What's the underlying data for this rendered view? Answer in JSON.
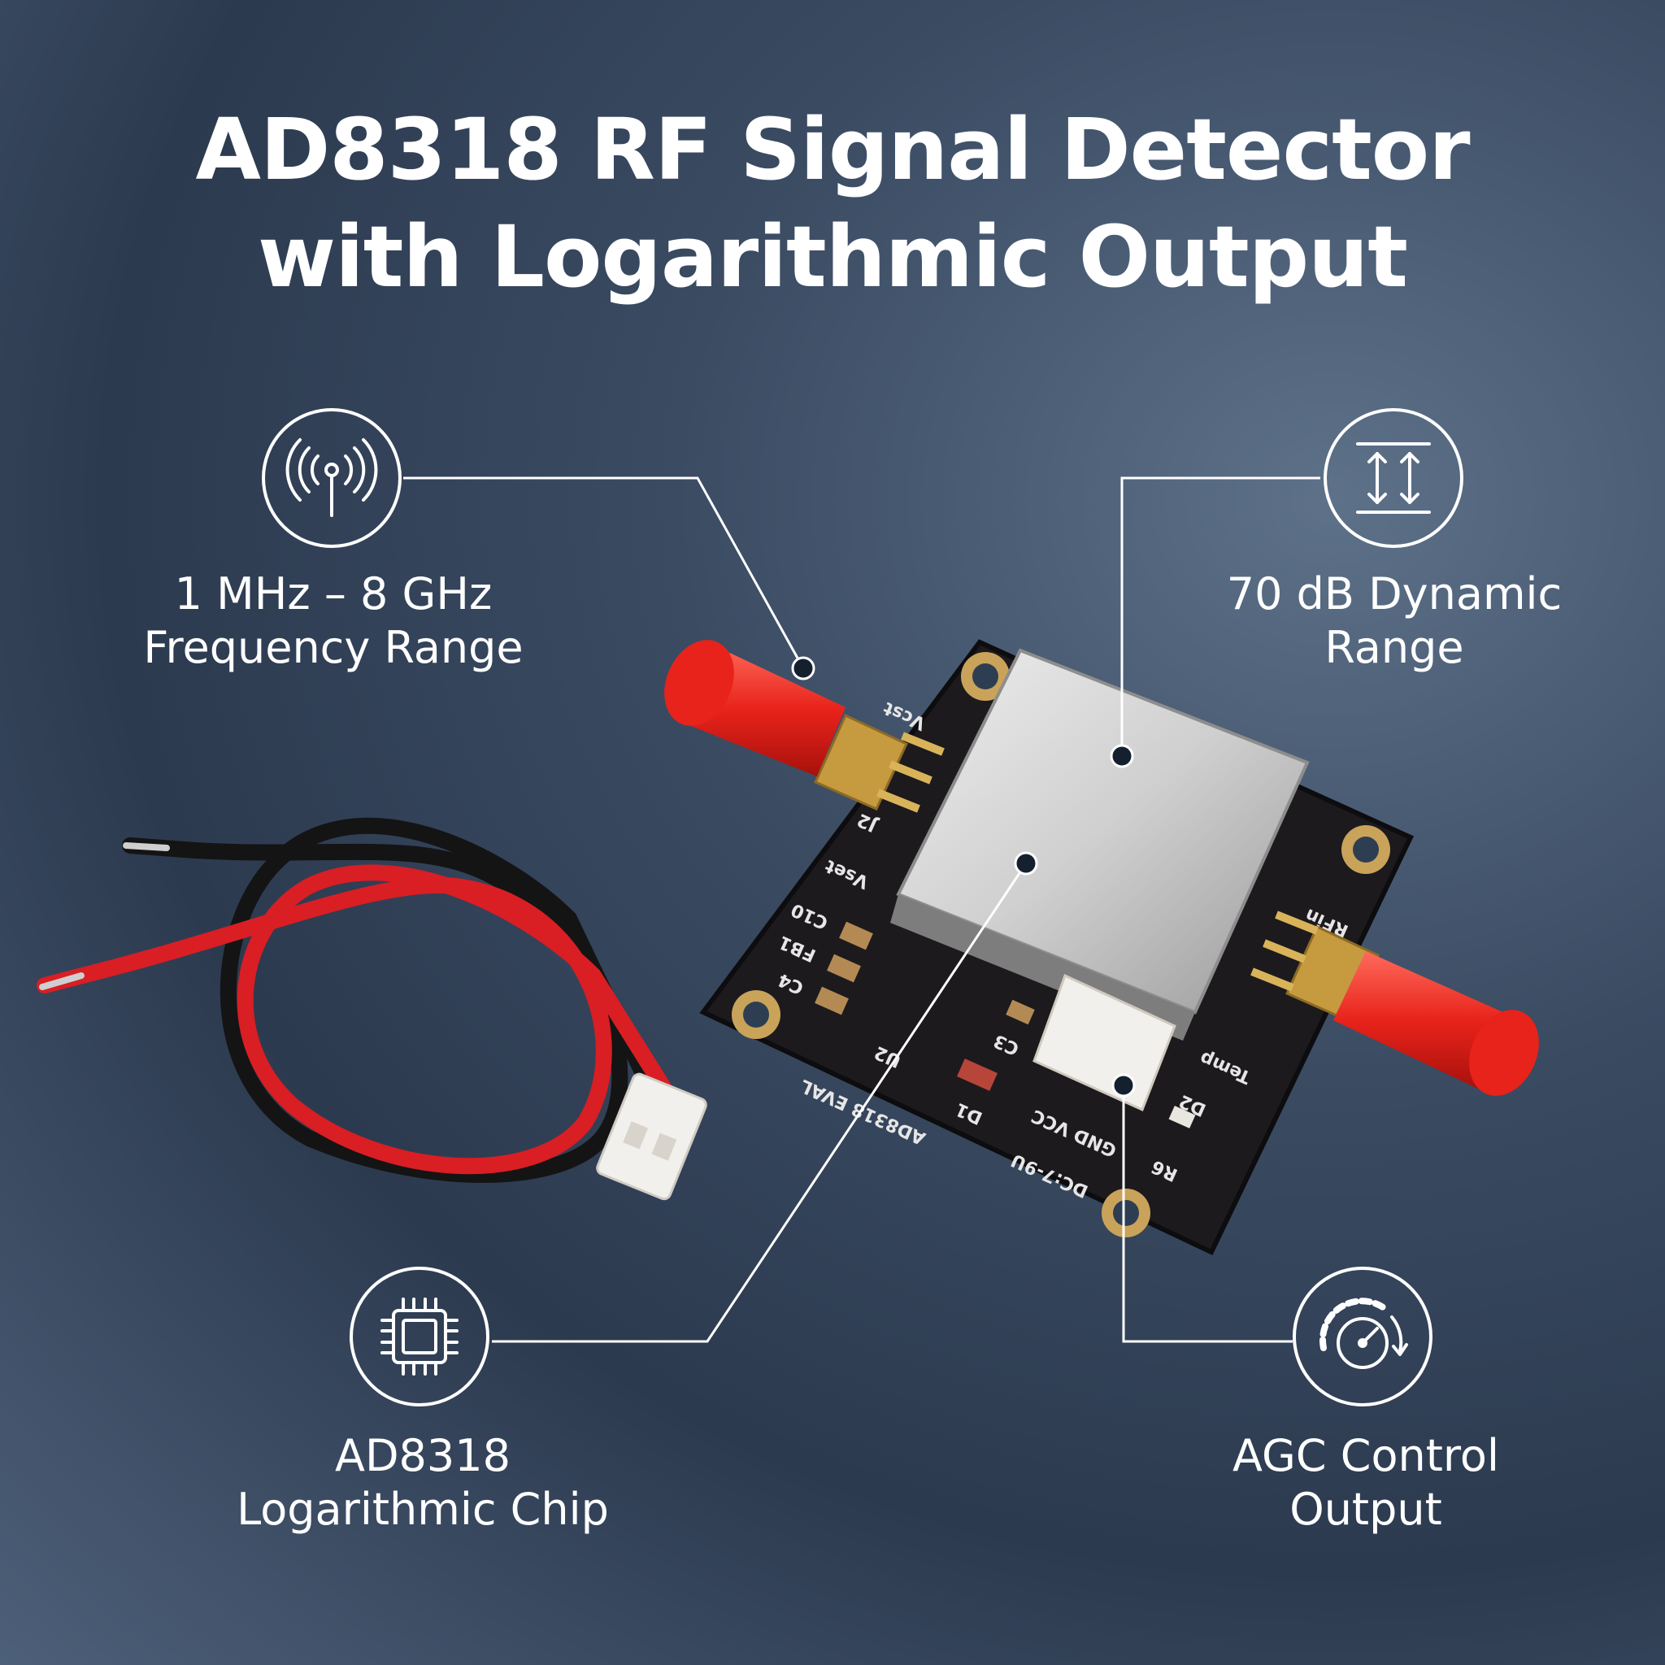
{
  "title": {
    "line1": "AD8318 RF Signal Detector",
    "line2": "with Logarithmic Output"
  },
  "features": [
    {
      "id": "frequency",
      "icon": "antenna-signal-icon",
      "line1": "1 MHz – 8 GHz",
      "line2": "Frequency Range"
    },
    {
      "id": "dynamic-range",
      "icon": "vertical-range-arrows-icon",
      "line1": "70 dB Dynamic",
      "line2": "Range"
    },
    {
      "id": "chip",
      "icon": "microchip-icon",
      "line1": "AD8318",
      "line2": "Logarithmic Chip"
    },
    {
      "id": "agc",
      "icon": "gauge-dial-icon",
      "line1": "AGC Control",
      "line2": "Output"
    }
  ],
  "board": {
    "silkscreen": [
      "Vcst",
      "J2",
      "Vset",
      "C10",
      "FB1",
      "C4",
      "U2",
      "C3",
      "D1",
      "AD8318 EVAL",
      "DC:7-9U",
      "GND VCC",
      "R6",
      "D2",
      "Temp",
      "RFin"
    ]
  },
  "colors": {
    "background": "#34445a",
    "text": "#ffffff",
    "pcb": "#1c1a1d",
    "shield": "#cfcfcf",
    "sma_cap": "#e8231b",
    "wire_red": "#d91e24",
    "wire_black": "#141414",
    "connector": "#f2f0ec"
  }
}
